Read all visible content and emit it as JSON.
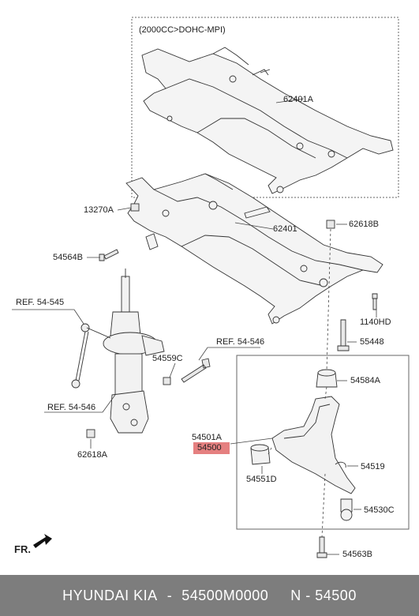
{
  "variant_note": "(2000CC>DOHC-MPI)",
  "parts": {
    "upper_subframe": "62401A",
    "subframe": "62401",
    "nut_62618b": "62618B",
    "nut_13270a": "13270A",
    "bolt_54564b": "54564B",
    "bolt_1140hd": "1140HD",
    "bolt_55448": "55448",
    "nut_54559c": "54559C",
    "bushing_54584a": "54584A",
    "arm_54501a": "54501A",
    "arm_54500": "54500",
    "bushing_54551d": "54551D",
    "clip_54519": "54519",
    "balljoint_54530c": "54530C",
    "bolt_54563b": "54563B",
    "nut_62618a": "62618A"
  },
  "refs": {
    "ref1": "REF. 54-545",
    "ref2": "REF. 54-546",
    "ref3": "REF. 54-546"
  },
  "front_indicator": "FR.",
  "footer": {
    "brand": "HYUNDAI KIA",
    "sep1": "-",
    "part_number": "54500M0000",
    "code": "N - 54500"
  },
  "colors": {
    "highlight": "#e06a6a",
    "footer_bg": "#7d7d7d"
  }
}
